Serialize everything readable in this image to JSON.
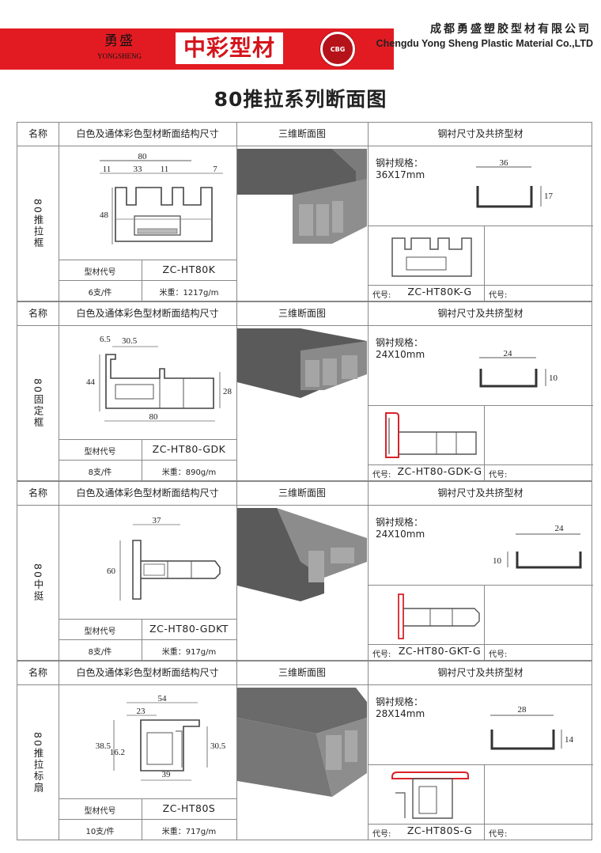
{
  "header": {
    "brand_cn": "勇盛",
    "brand_en": "YONGSHENG",
    "logo_text": "中彩型材",
    "seal_text": "CBG",
    "company_cn": "成都勇盛塑胶型材有限公司",
    "company_en": "Chengdu Yong Sheng Plastic Material Co.,LTD"
  },
  "page_title": "80推拉系列断面图",
  "columns": {
    "name": "名称",
    "structure": "白色及通体彩色型材断面结构尺寸",
    "view3d": "三维断面图",
    "steel": "钢衬尺寸及共挤型材"
  },
  "labels": {
    "model_code": "型材代号",
    "code_prefix": "代号:",
    "steel_spec": "钢衬规格："
  },
  "sections": [
    {
      "name": "80推拉框",
      "model_code": "ZC-HT80K",
      "pack": "6支/件",
      "weight": "米重：1217g/m",
      "steel_spec": "36X17mm",
      "coex_code": "ZC-HT80K-G",
      "dims": [
        "80",
        "11",
        "33",
        "11",
        "7",
        "48"
      ],
      "steel_dims": [
        "36",
        "17"
      ]
    },
    {
      "name": "80固定框",
      "model_code": "ZC-HT80-GDK",
      "pack": "8支/件",
      "weight": "米重：890g/m",
      "steel_spec": "24X10mm",
      "coex_code": "ZC-HT80-GDK-G",
      "dims": [
        "6.5",
        "30.5",
        "44",
        "28",
        "80"
      ],
      "steel_dims": [
        "24",
        "10"
      ]
    },
    {
      "name": "80中挺",
      "model_code": "ZC-HT80-GDKT",
      "pack": "8支/件",
      "weight": "米重：917g/m",
      "steel_spec": "24X10mm",
      "coex_code": "ZC-HT80-GKT-G",
      "dims": [
        "37",
        "60"
      ],
      "steel_dims": [
        "24",
        "10"
      ]
    },
    {
      "name": "80推拉标扇",
      "model_code": "ZC-HT80S",
      "pack": "10支/件",
      "weight": "米重：717g/m",
      "steel_spec": "28X14mm",
      "coex_code": "ZC-HT80S-G",
      "dims": [
        "54",
        "23",
        "38.5",
        "16.2",
        "30.5",
        "39"
      ],
      "steel_dims": [
        "28",
        "14"
      ]
    }
  ],
  "colors": {
    "banner_red": "#e21b23",
    "profile_gray": "#6f6f6f",
    "coex_red": "#d8232a"
  }
}
